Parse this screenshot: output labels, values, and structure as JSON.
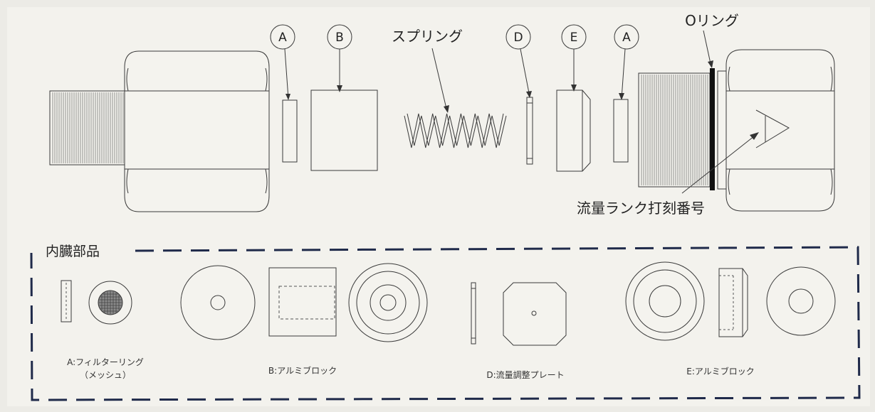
{
  "labels": {
    "A1": "A",
    "B": "B",
    "spring": "スプリング",
    "D": "D",
    "E": "E",
    "A2": "A",
    "oring": "Oリング",
    "rank_number": "流量ランク打刻番号"
  },
  "section": {
    "title": "内臓部品"
  },
  "captions": {
    "a_line1": "A:フィルターリング",
    "a_line2": "（メッシュ）",
    "b": "B:アルミブロック",
    "d": "D:流量調整プレート",
    "e": "E:アルミブロック"
  }
}
